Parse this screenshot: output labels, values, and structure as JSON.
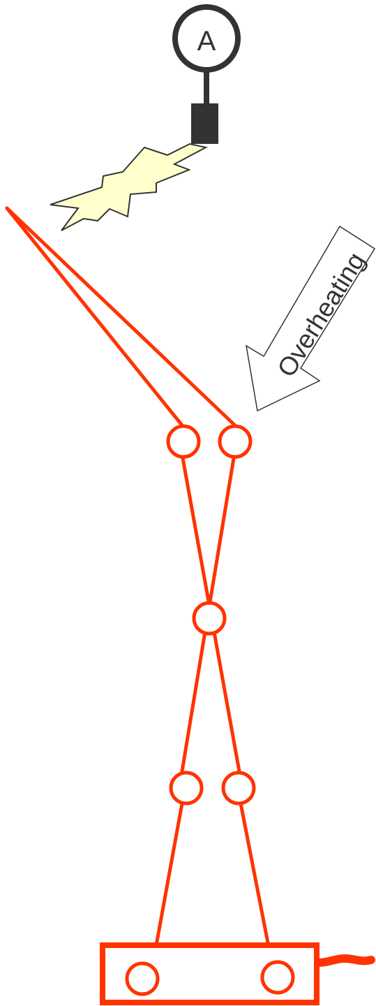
{
  "ammeter": {
    "label": "A",
    "icon": "ammeter-icon"
  },
  "annotation": {
    "text": "Overheating"
  },
  "colors": {
    "wire": "#ff3300",
    "ink": "#333333",
    "spark_fill": "#ffffcc",
    "background": "#ffffff"
  },
  "components": {
    "probe": "probe-icon",
    "spark": "spark-icon",
    "base": "terminal-block",
    "lead": "cable-lead"
  }
}
